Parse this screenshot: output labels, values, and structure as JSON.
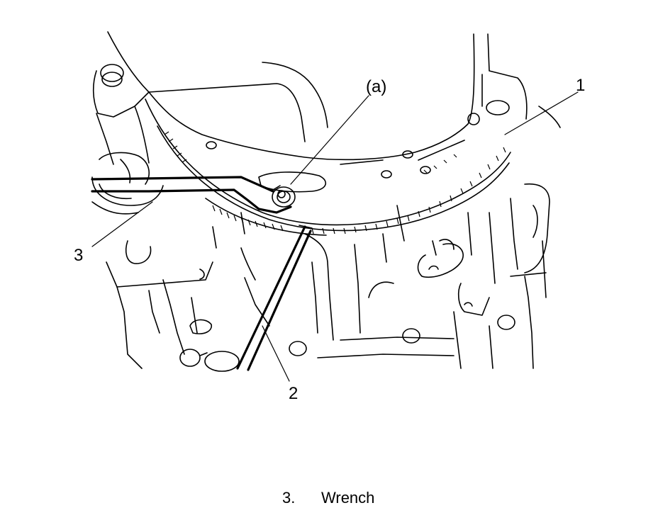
{
  "callouts": {
    "label_1": "1",
    "label_2": "2",
    "label_3": "3",
    "label_a": "(a)"
  },
  "caption": {
    "number": "3.",
    "text": "Wrench"
  }
}
